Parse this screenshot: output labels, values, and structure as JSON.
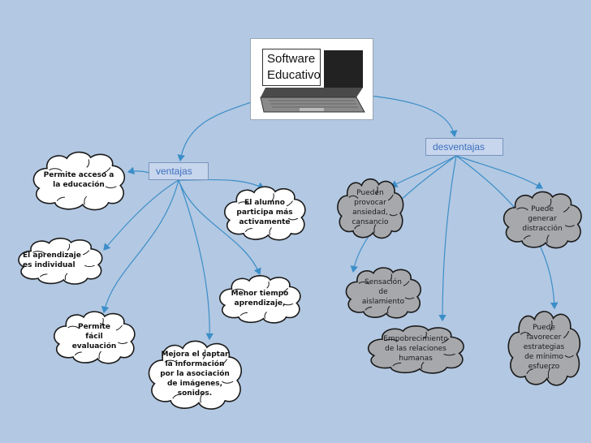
{
  "central": {
    "title": "Software\nEducativo",
    "icon": "laptop-icon"
  },
  "branches": {
    "ventajas": "ventajas",
    "desventajas": "desventajas"
  },
  "ventajas_items": [
    "Permite acceso a\nla educación",
    "El alumno\nparticipa más\nactivamente",
    "El aprendizaje\nes individual",
    "Menor  tiempo\naprendizaje,",
    "Permite\nfácil\nevaluación",
    "Mejora el captar\nla información\npor la asociación\nde imágenes,\nsonidos."
  ],
  "desventajas_items": [
    "Pueden\nprovocar\nansiedad,\ncansancio",
    "Puede\ngenerar\ndistracción",
    "Sensación\nde\naislamiento",
    "Empobrecimiento\nde las relaciones\nhumanas",
    "Puede\nfavorecer\nestrategias\nde mínimo\nesfuerzo"
  ],
  "colors": {
    "background": "#b3c8e2",
    "link": "#3b8ec8",
    "cloud_white": "#ffffff",
    "cloud_grey": "#a6a8ab"
  }
}
